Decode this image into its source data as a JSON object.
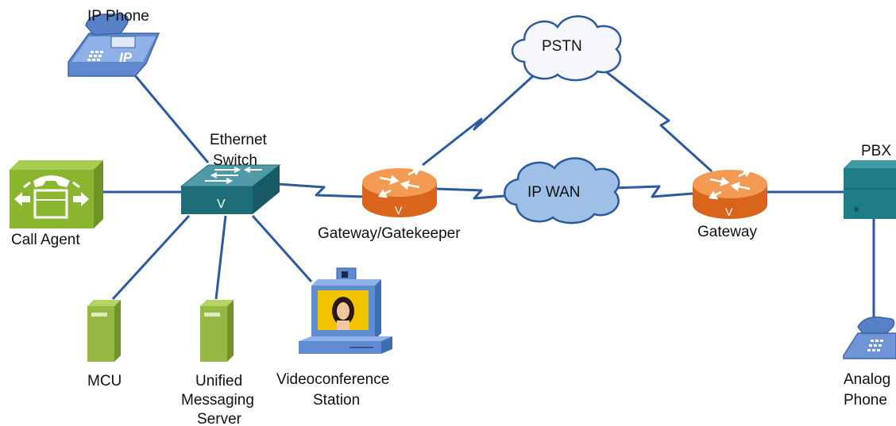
{
  "labels": {
    "ip_phone": "IP Phone",
    "switch_line1": "Ethernet",
    "switch_line2": "Switch",
    "call_agent": "Call Agent",
    "mcu": "MCU",
    "ums_line1": "Unified",
    "ums_line2": "Messaging",
    "ums_line3": "Server",
    "video_line1": "Videoconference",
    "video_line2": "Station",
    "gatekeeper": "Gateway/Gatekeeper",
    "pstn": "PSTN",
    "ipwan": "IP WAN",
    "gateway": "Gateway",
    "pbx": "PBX",
    "analog_line1": "Analog",
    "analog_line2": "Phone"
  },
  "device_marks": {
    "phone_badge": "IP",
    "switch_v": "V",
    "router_v": "V"
  },
  "colors": {
    "link": "#2b5aa0",
    "cloud_fill": "#f4f6fb",
    "cloud_ipwan_fill": "#9ec0e6",
    "switch_top": "#4f9aa6",
    "switch_front": "#1f6d79",
    "router": "#e8772b",
    "router_top": "#f39a54",
    "call_agent": "#8ab52f",
    "server": "#95b842",
    "pbx": "#1e7d86",
    "phone": "#6f95d6",
    "monitor": "#5f8bd0"
  },
  "icons": [
    "ip-phone-icon",
    "ethernet-switch-icon",
    "call-agent-icon",
    "mcu-server-icon",
    "ums-server-icon",
    "videoconference-station-icon",
    "router-icon",
    "cloud-icon",
    "pbx-icon",
    "analog-phone-icon"
  ]
}
